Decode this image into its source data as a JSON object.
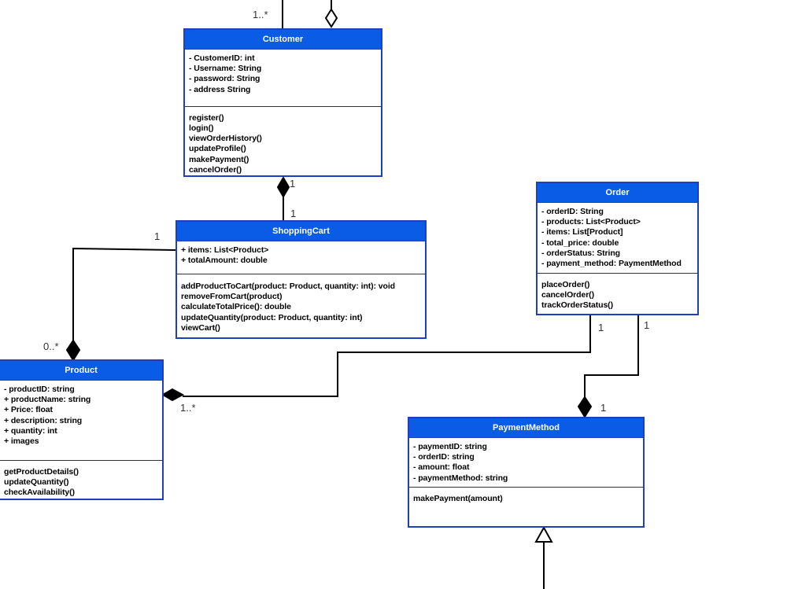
{
  "classes": {
    "customer": {
      "name": "Customer",
      "attributes": [
        "- CustomerID: int",
        "- Username: String",
        "- password: String",
        "- address String"
      ],
      "operations": [
        "register()",
        "login()",
        "viewOrderHistory()",
        "updateProfile()",
        "makePayment()",
        "cancelOrder()"
      ]
    },
    "shoppingcart": {
      "name": "ShoppingCart",
      "attributes": [
        "+ items: List<Product>",
        "+ totalAmount: double"
      ],
      "operations": [
        "addProductToCart(product: Product, quantity: int): void",
        "removeFromCart(product)",
        "calculateTotalPrice(): double",
        "updateQuantity(product: Product, quantity: int)",
        "viewCart()"
      ]
    },
    "order": {
      "name": "Order",
      "attributes": [
        "- orderID: String",
        "- products: List<Product>",
        "- items: List[Product]",
        "- total_price: double",
        "- orderStatus: String",
        "- payment_method: PaymentMethod"
      ],
      "operations": [
        "placeOrder()",
        "cancelOrder()",
        "trackOrderStatus()"
      ]
    },
    "product": {
      "name": "Product",
      "attributes": [
        "- productID: string",
        "+ productName: string",
        "+ Price: float",
        "+ description: string",
        "+ quantity: int",
        "+ images"
      ],
      "operations": [
        "getProductDetails()",
        "updateQuantity()",
        "checkAvailability()"
      ]
    },
    "paymentmethod": {
      "name": "PaymentMethod",
      "attributes": [
        "- paymentID: string",
        "- orderID: string",
        "- amount: float",
        "- paymentMethod: string"
      ],
      "operations": [
        "makePayment(amount)"
      ]
    }
  },
  "multiplicities": {
    "customer_top": "1..*",
    "customer_cart_upper": "1",
    "customer_cart_lower": "1",
    "cart_product_cart": "1",
    "cart_product_product": "0..*",
    "order_product_product": "1..*",
    "order_product_order": "1",
    "order_payment_order": "1",
    "order_payment_payment": "1"
  },
  "relationships": [
    {
      "from": "Customer",
      "to": "ShoppingCart",
      "kind": "composition"
    },
    {
      "from": "ShoppingCart",
      "to": "Product",
      "kind": "composition"
    },
    {
      "from": "Order",
      "to": "Product",
      "kind": "composition"
    },
    {
      "from": "Order",
      "to": "PaymentMethod",
      "kind": "composition"
    },
    {
      "from": "Customer",
      "to": "(off-canvas)",
      "kind": "aggregation"
    },
    {
      "from": "PaymentMethod",
      "to": "(off-canvas)",
      "kind": "generalization"
    }
  ],
  "colors": {
    "header_fill": "#0a5ce6",
    "border": "#1f3fbf",
    "header_text": "#ffffff",
    "line": "#000000"
  }
}
